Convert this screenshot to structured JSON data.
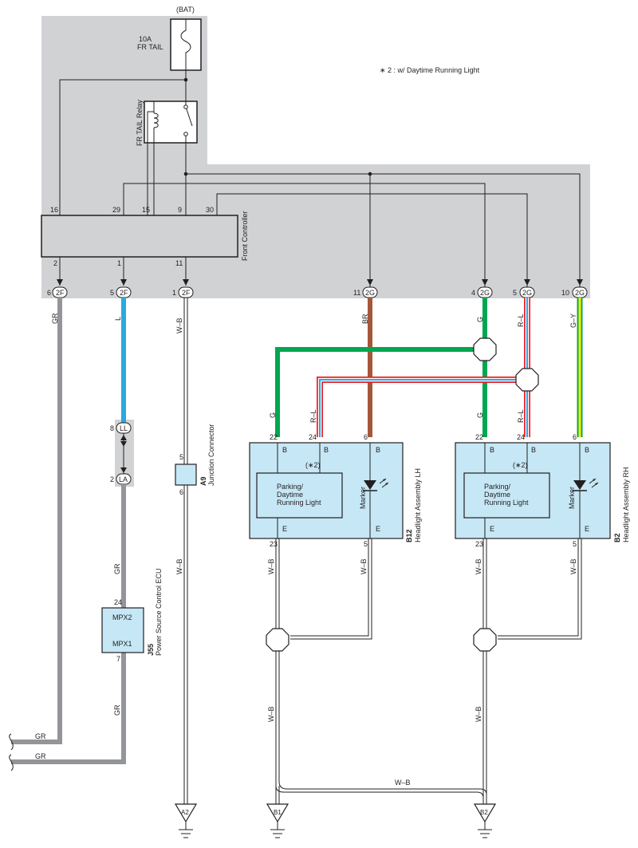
{
  "notes": {
    "footnote": "∗ 2 : w/ Daytime Running Light"
  },
  "fuse": {
    "source": "(BAT)",
    "amp": "10A",
    "name": "FR TAIL"
  },
  "relay": {
    "name": "FR TAIL Relay"
  },
  "front_controller": {
    "name": "Front Controller",
    "top_pins": [
      "16",
      "29",
      "15",
      "9",
      "30"
    ],
    "bottom_pins": [
      "2",
      "1",
      "11"
    ]
  },
  "connectors": [
    {
      "id": "2F",
      "pin": "6"
    },
    {
      "id": "2F",
      "pin": "5"
    },
    {
      "id": "2F",
      "pin": "1"
    },
    {
      "id": "2G",
      "pin": "11"
    },
    {
      "id": "2G",
      "pin": "4"
    },
    {
      "id": "2G",
      "pin": "5"
    },
    {
      "id": "2G",
      "pin": "10"
    }
  ],
  "wires": {
    "gr": "GR",
    "l": "L",
    "wb": "W–B",
    "br": "BR",
    "g": "G",
    "rl": "R–L",
    "gy": "G–Y"
  },
  "inline": {
    "ll": "LL",
    "la": "LA",
    "ll_pin": "8",
    "la_pin": "2"
  },
  "junction": {
    "code": "A9",
    "name": "Junction Connector",
    "pin_top": "5",
    "pin_bottom": "6"
  },
  "ecu": {
    "code": "J55",
    "name": "Power Source Control ECU",
    "label_top": "MPX2",
    "label_bottom": "MPX1",
    "pin_top": "24",
    "pin_bottom": "7"
  },
  "headlight_lh": {
    "code": "B12",
    "name": "Headlight Assembly LH",
    "pins_top": [
      "22",
      "24",
      "6"
    ],
    "pins_bottom": [
      "23",
      "5"
    ],
    "b": "B",
    "e": "E",
    "star": "(∗2)",
    "lamp": [
      "Parking/",
      "Daytime",
      "Running Light"
    ],
    "marker": "Marker"
  },
  "headlight_rh": {
    "code": "B2",
    "name": "Headlight Assembly RH",
    "pins_top": [
      "22",
      "24",
      "6"
    ],
    "pins_bottom": [
      "23",
      "5"
    ],
    "b": "B",
    "e": "E",
    "star": "(∗2)",
    "lamp": [
      "Parking/",
      "Daytime",
      "Running Light"
    ],
    "marker": "Marker"
  },
  "grounds": [
    "A2",
    "B1",
    "B2"
  ],
  "colors": {
    "gray_area": "#d1d2d4",
    "panel_blue": "#c6e7f5",
    "gr": "#939598",
    "l": "#29a9e0",
    "br": "#a5573a",
    "g": "#00a651",
    "r": "#ed1c24",
    "y": "#fff200"
  }
}
